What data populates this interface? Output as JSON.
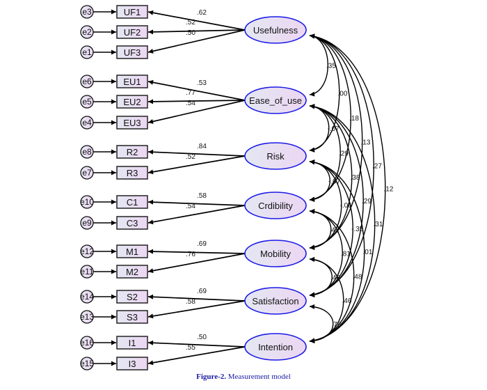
{
  "title": "Measurement model",
  "caption": {
    "prefix": "Figure-2.",
    "text": " Measurement model"
  },
  "colors": {
    "latent_stroke": "#1a1ae6",
    "node_fill_start": "#e4e7f2",
    "node_fill_end": "#ecd6f2",
    "line": "#000000"
  },
  "latents": [
    {
      "id": "usefulness",
      "label": "Usefulness"
    },
    {
      "id": "ease_of_use",
      "label": "Ease_of_use"
    },
    {
      "id": "risk",
      "label": "Risk"
    },
    {
      "id": "credibility",
      "label": "Crdibility"
    },
    {
      "id": "mobility",
      "label": "Mobility"
    },
    {
      "id": "satisfaction",
      "label": "Satisfaction"
    },
    {
      "id": "intention",
      "label": "Intention"
    }
  ],
  "indicators": [
    {
      "label": "UF1",
      "error": "e3",
      "latent": 0,
      "loading": ".62"
    },
    {
      "label": "UF2",
      "error": "e2",
      "latent": 0,
      "loading": ".52"
    },
    {
      "label": "UF3",
      "error": "e1",
      "latent": 0,
      "loading": ".50"
    },
    {
      "label": "EU1",
      "error": "e6",
      "latent": 1,
      "loading": ".53"
    },
    {
      "label": "EU2",
      "error": "e5",
      "latent": 1,
      "loading": ".77"
    },
    {
      "label": "EU3",
      "error": "e4",
      "latent": 1,
      "loading": ".54"
    },
    {
      "label": "R2",
      "error": "e8",
      "latent": 2,
      "loading": ".84"
    },
    {
      "label": "R3",
      "error": "e7",
      "latent": 2,
      "loading": ".52"
    },
    {
      "label": "C1",
      "error": "e10",
      "latent": 3,
      "loading": ".58"
    },
    {
      "label": "C3",
      "error": "e9",
      "latent": 3,
      "loading": ".54"
    },
    {
      "label": "M1",
      "error": "e12",
      "latent": 4,
      "loading": ".69"
    },
    {
      "label": "M2",
      "error": "e11",
      "latent": 4,
      "loading": ".76"
    },
    {
      "label": "S2",
      "error": "e14",
      "latent": 5,
      "loading": ".69"
    },
    {
      "label": "S3",
      "error": "e13",
      "latent": 5,
      "loading": ".58"
    },
    {
      "label": "I1",
      "error": "e16",
      "latent": 6,
      "loading": ".50"
    },
    {
      "label": "I3",
      "error": "e15",
      "latent": 6,
      "loading": ".55"
    }
  ],
  "covariances": [
    {
      "from": 0,
      "to": 1,
      "value": ".35"
    },
    {
      "from": 0,
      "to": 2,
      "value": ".00"
    },
    {
      "from": 0,
      "to": 3,
      "value": ".18"
    },
    {
      "from": 0,
      "to": 4,
      "value": ".13"
    },
    {
      "from": 0,
      "to": 5,
      "value": ".27"
    },
    {
      "from": 0,
      "to": 6,
      "value": ".12"
    },
    {
      "from": 1,
      "to": 2,
      "value": "-.07"
    },
    {
      "from": 1,
      "to": 3,
      "value": ".29"
    },
    {
      "from": 1,
      "to": 4,
      "value": ".38"
    },
    {
      "from": 1,
      "to": 5,
      "value": ".29"
    },
    {
      "from": 1,
      "to": 6,
      "value": ".31"
    },
    {
      "from": 2,
      "to": 3,
      "value": "-.07"
    },
    {
      "from": 2,
      "to": 4,
      "value": "-.06"
    },
    {
      "from": 2,
      "to": 5,
      "value": "-.35"
    },
    {
      "from": 2,
      "to": 6,
      "value": ".01"
    },
    {
      "from": 3,
      "to": 4,
      "value": ".42"
    },
    {
      "from": 3,
      "to": 5,
      "value": ".81"
    },
    {
      "from": 3,
      "to": 6,
      "value": ".48"
    },
    {
      "from": 4,
      "to": 5,
      "value": ".46"
    },
    {
      "from": 4,
      "to": 6,
      "value": ".46"
    },
    {
      "from": 5,
      "to": 6,
      "value": ".78"
    }
  ]
}
